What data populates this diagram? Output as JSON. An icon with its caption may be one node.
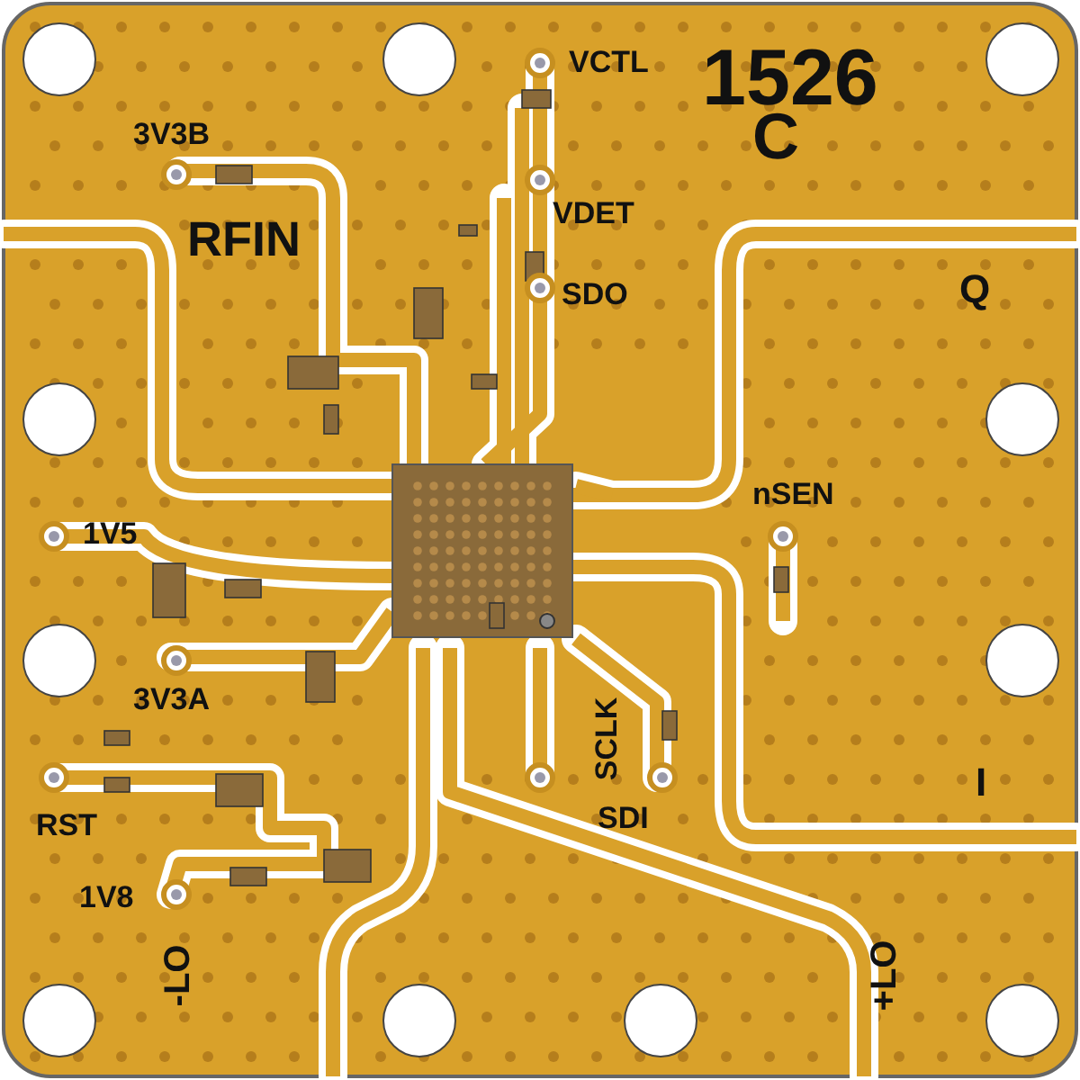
{
  "diagram": {
    "labels": [
      "VCTL",
      "1526",
      "3V3B",
      "C",
      "VDET",
      "RFIN",
      "SDO",
      "Q",
      "nSEN",
      "1V5",
      "3V3A",
      "SCLK",
      "RST",
      "SDI",
      "I",
      "1V8",
      "-LO",
      "+LO"
    ]
  }
}
